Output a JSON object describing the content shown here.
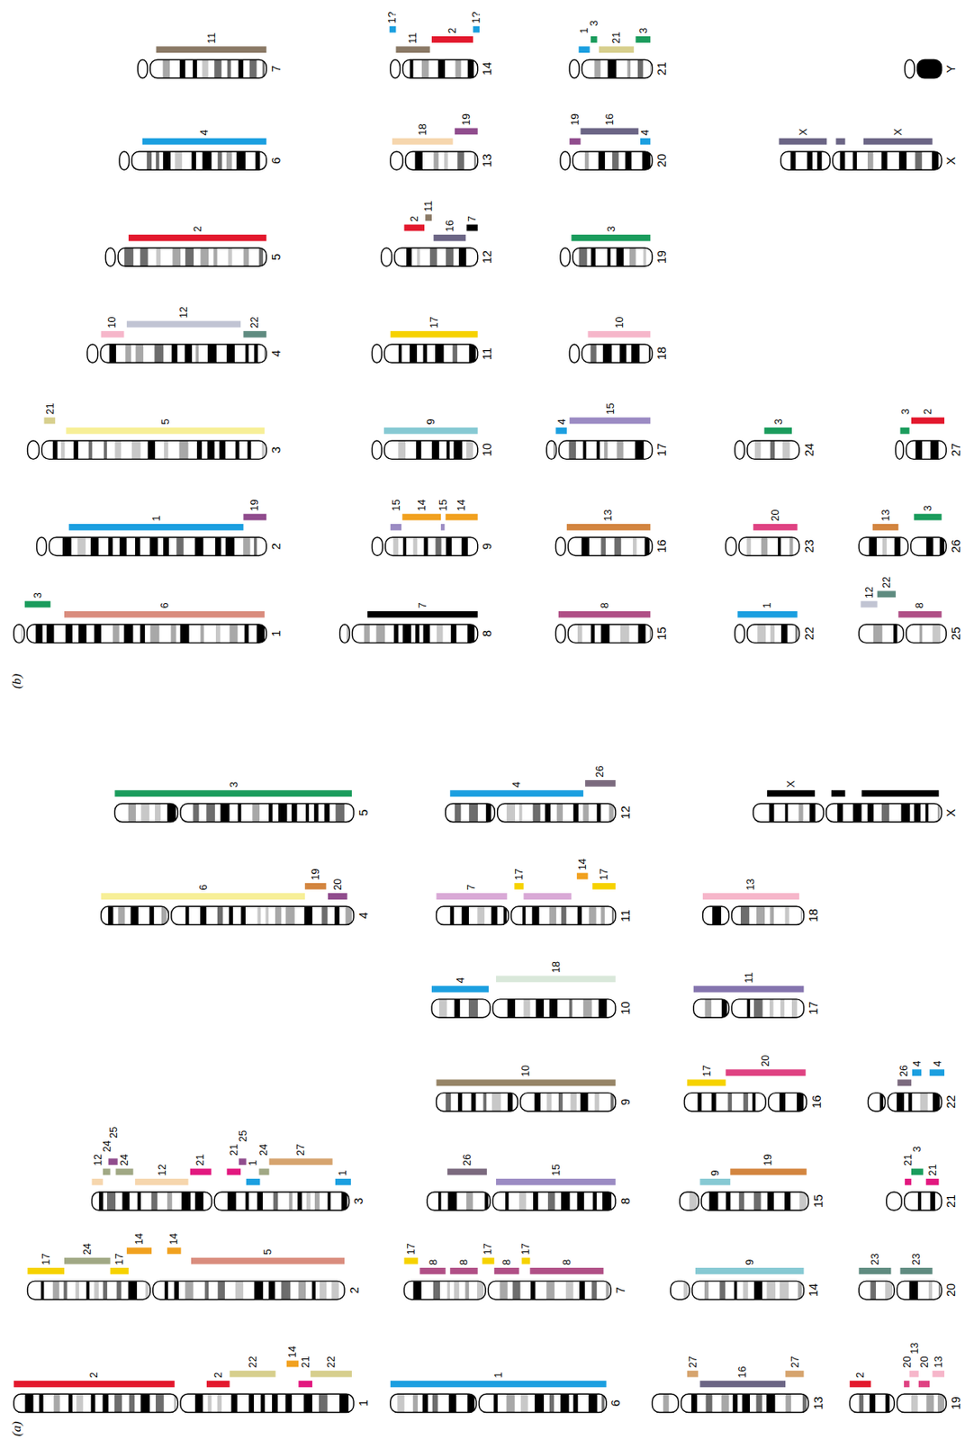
{
  "diagram": {
    "labels": [
      "(a)",
      "1",
      "2",
      "2",
      "22",
      "14",
      "21",
      "22",
      "6",
      "1",
      "13",
      "27",
      "16",
      "27",
      "19",
      "2",
      "20",
      "13",
      "20",
      "13",
      "2",
      "17",
      "24",
      "17",
      "14",
      "14",
      "5",
      "7",
      "17",
      "8",
      "8",
      "17",
      "8",
      "17",
      "8",
      "14",
      "9",
      "20",
      "23",
      "23",
      "3",
      "12",
      "24",
      "25",
      "24",
      "12",
      "21",
      "21",
      "25",
      "1",
      "24",
      "27",
      "1",
      "8",
      "26",
      "15",
      "15",
      "9",
      "19",
      "21",
      "21",
      "3",
      "21",
      "9",
      "10",
      "16",
      "17",
      "20",
      "22",
      "26",
      "4",
      "4",
      "10",
      "4",
      "18",
      "17",
      "11",
      "4",
      "6",
      "19",
      "20",
      "11",
      "7",
      "17",
      "14",
      "17",
      "18",
      "13",
      "5",
      "3",
      "12",
      "4",
      "26",
      "X",
      "X",
      "(b)",
      "1",
      "3",
      "6",
      "2",
      "1",
      "19",
      "3",
      "21",
      "5",
      "4",
      "10",
      "12",
      "22",
      "5",
      "2",
      "6",
      "4",
      "7",
      "11",
      "8",
      "7",
      "9",
      "15",
      "14",
      "15",
      "14",
      "10",
      "9",
      "11",
      "17",
      "12",
      "2",
      "11",
      "16",
      "7",
      "13",
      "18",
      "19",
      "14",
      "1?",
      "11",
      "2",
      "1?",
      "15",
      "8",
      "16",
      "13",
      "17",
      "4",
      "15",
      "18",
      "10",
      "19",
      "3",
      "20",
      "19",
      "16",
      "4",
      "21",
      "1",
      "3",
      "21",
      "3",
      "22",
      "1",
      "23",
      "20",
      "24",
      "3",
      "25",
      "12",
      "22",
      "8",
      "26",
      "13",
      "3",
      "27",
      "3",
      "2",
      "X",
      "X",
      "X",
      "Y"
    ]
  }
}
